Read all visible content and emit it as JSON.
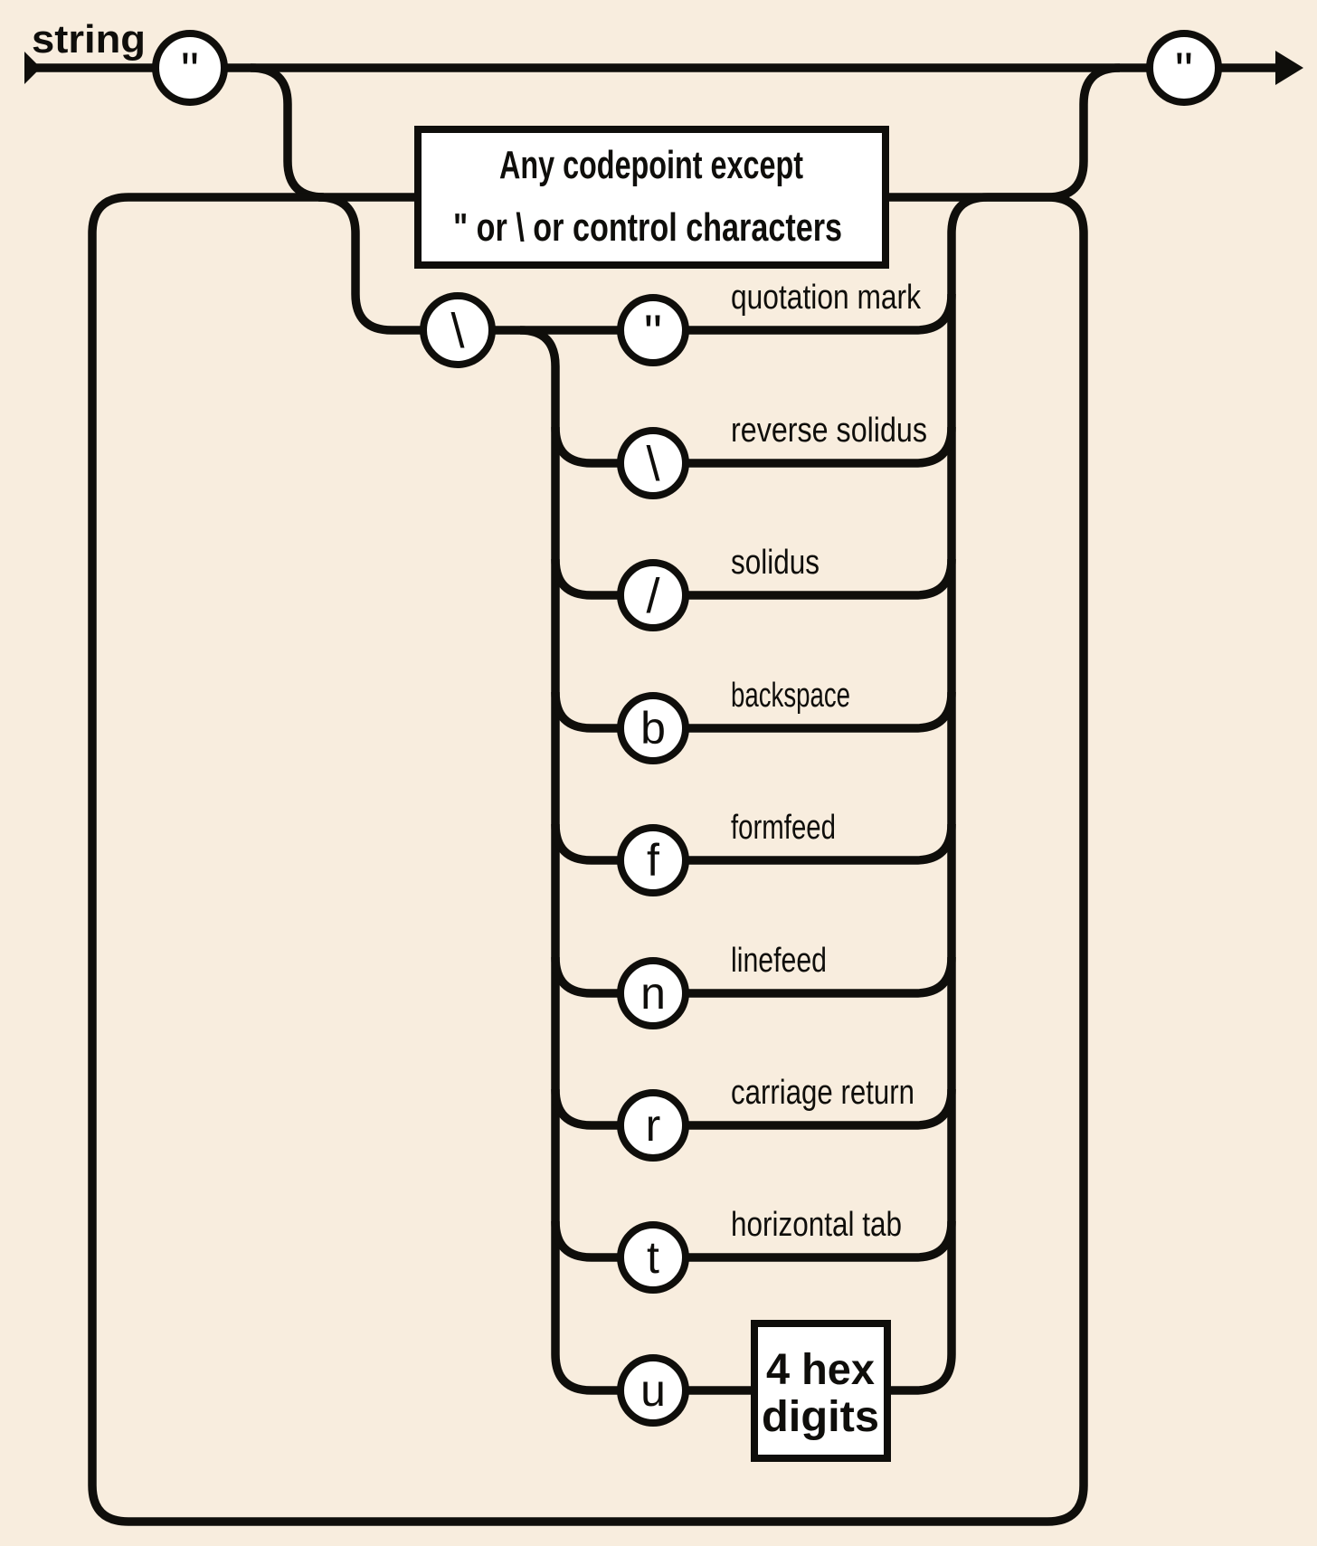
{
  "diagram": {
    "title": "string",
    "colors": {
      "background": "#f8edde",
      "line": "#0f0e0b",
      "node_fill": "#ffffff"
    },
    "main": {
      "start_quote": "\"",
      "end_quote": "\"",
      "codepoint_box": {
        "line1": "Any codepoint except",
        "line2": "\" or \\ or control characters"
      },
      "escape_intro": "\\"
    },
    "escapes": [
      {
        "glyph": "\"",
        "label": "quotation mark"
      },
      {
        "glyph": "\\",
        "label": "reverse solidus"
      },
      {
        "glyph": "/",
        "label": "solidus"
      },
      {
        "glyph": "b",
        "label": "backspace"
      },
      {
        "glyph": "f",
        "label": "formfeed"
      },
      {
        "glyph": "n",
        "label": "linefeed"
      },
      {
        "glyph": "r",
        "label": "carriage return"
      },
      {
        "glyph": "t",
        "label": "horizontal tab"
      },
      {
        "glyph": "u",
        "label": "",
        "box": {
          "line1": "4 hex",
          "line2": "digits"
        }
      }
    ]
  }
}
